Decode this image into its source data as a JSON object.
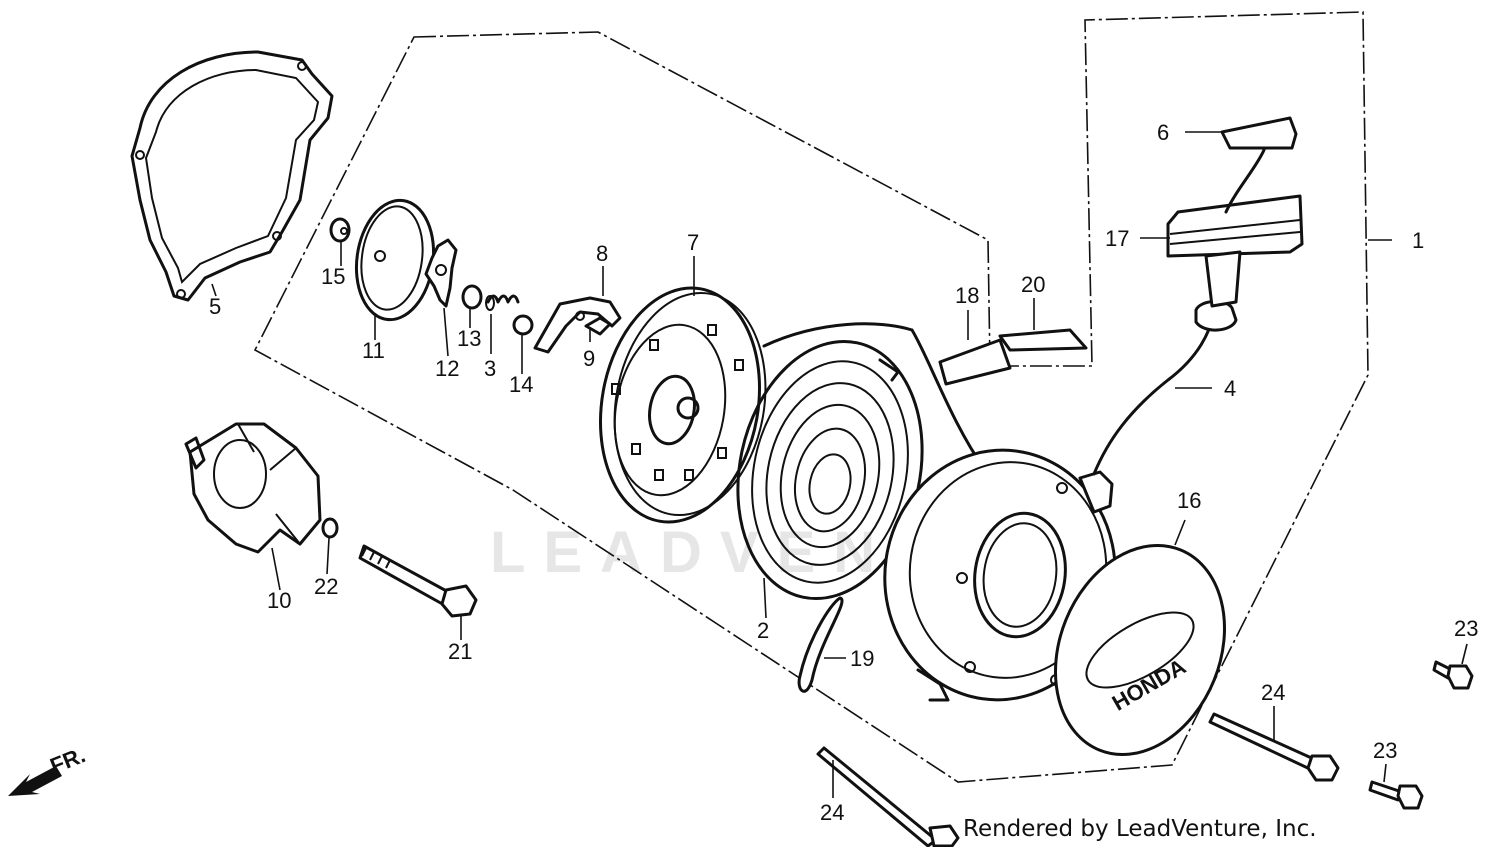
{
  "diagram": {
    "callouts": [
      "1",
      "2",
      "3",
      "4",
      "5",
      "6",
      "7",
      "8",
      "9",
      "10",
      "11",
      "12",
      "13",
      "14",
      "15",
      "16",
      "17",
      "18",
      "19",
      "20",
      "21",
      "22",
      "23",
      "23",
      "24",
      "24"
    ],
    "watermark": "LEADVENTURE",
    "logo_text": "HONDA",
    "direction_label": "FR.",
    "credit": "Rendered by LeadVenture, Inc."
  }
}
